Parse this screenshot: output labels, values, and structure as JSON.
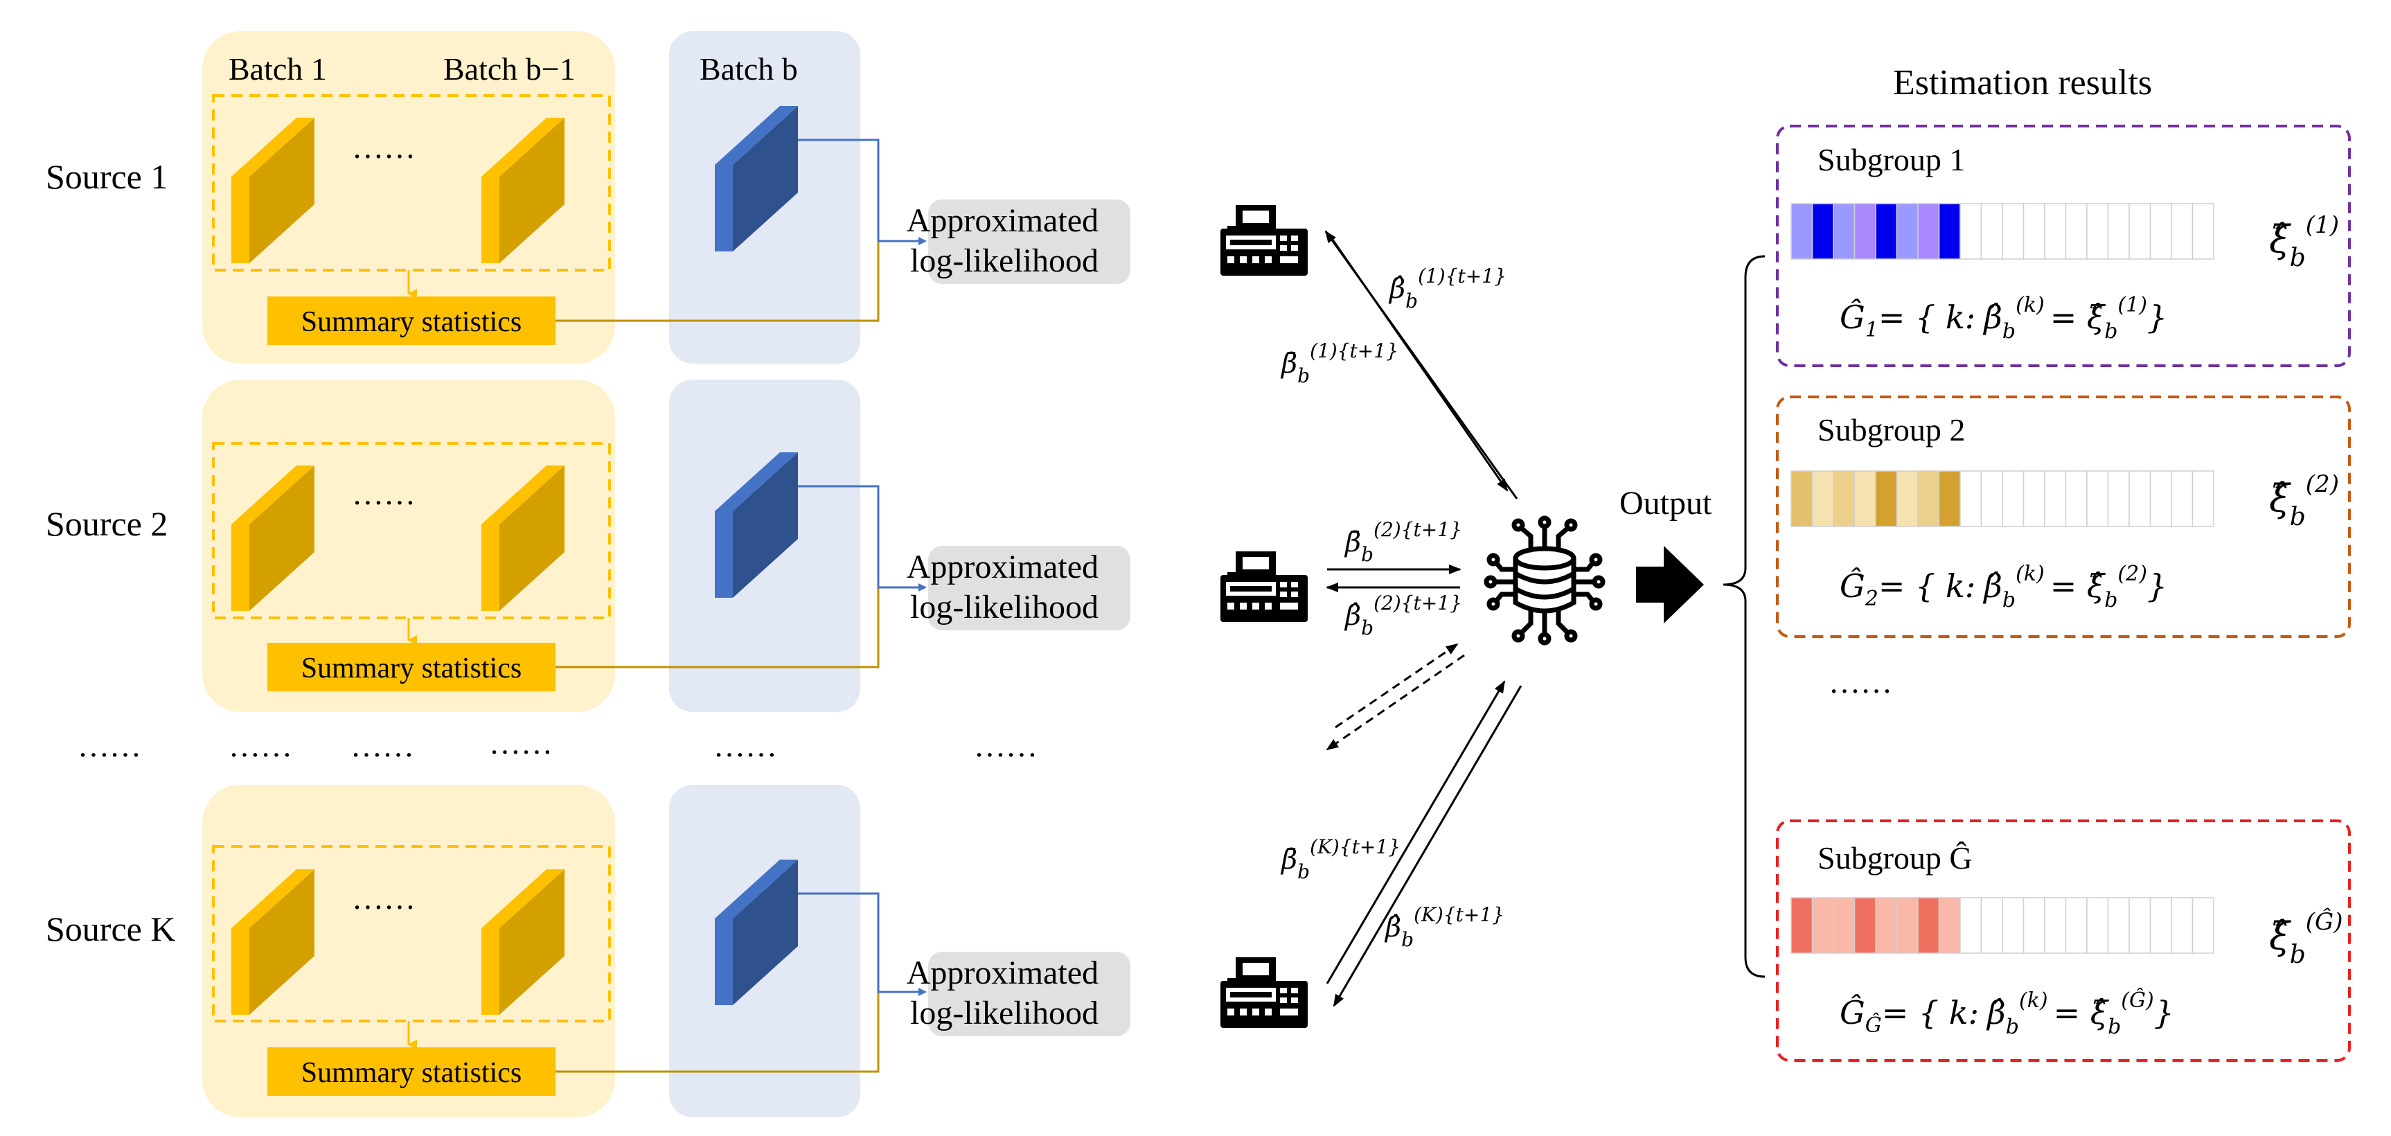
{
  "sources": [
    {
      "label": "Source 1",
      "batch_first": "Batch 1",
      "batch_prev": "Batch b−1",
      "batch_cur": "Batch b",
      "ellipsis": "……",
      "summary": "Summary statistics",
      "approx_line1": "Approximated",
      "approx_line2": "log-likelihood"
    },
    {
      "label": "Source 2",
      "ellipsis": "……",
      "summary": "Summary statistics",
      "approx_line1": "Approximated",
      "approx_line2": "log-likelihood"
    },
    {
      "label": "Source K",
      "ellipsis": "……",
      "summary": "Summary statistics",
      "approx_line1": "Approximated",
      "approx_line2": "log-likelihood"
    }
  ],
  "row_ellipsis": "……",
  "output_label": "Output",
  "estimation_title": "Estimation results",
  "subgroups": [
    {
      "name": "Subgroup 1",
      "color": "#7030A0",
      "cell_colors": [
        "#9999ff",
        "#0000ee",
        "#9999ff",
        "#aa88ff",
        "#0000ee",
        "#9999ff",
        "#aa88ff",
        "#0000ee"
      ],
      "xi_base": "ξ̂",
      "xi_sub": "b",
      "xi_sup": "(1)",
      "set_lhs": "Ĝ",
      "set_lhs_sub": "1",
      "set_eq": "= { k:",
      "set_beta": "β̂",
      "set_beta_sub": "b",
      "set_beta_sup": "(k)",
      "set_eq2": "= ξ̂",
      "set_xi_sub": "b",
      "set_xi_sup": "(1)",
      "set_close": "}"
    },
    {
      "name": "Subgroup 2",
      "color": "#C55A11",
      "cell_colors": [
        "#e2c16a",
        "#f5e2b0",
        "#ead08a",
        "#f5e2b0",
        "#d4a030",
        "#f5e2b0",
        "#ead08a",
        "#d4a030"
      ],
      "xi_base": "ξ̂",
      "xi_sub": "b",
      "xi_sup": "(2)",
      "set_lhs": "Ĝ",
      "set_lhs_sub": "2",
      "set_eq": "= { k:",
      "set_beta": "β̂",
      "set_beta_sub": "b",
      "set_beta_sup": "(k)",
      "set_eq2": "= ξ̂",
      "set_xi_sub": "b",
      "set_xi_sup": "(2)",
      "set_close": "}"
    },
    {
      "name": "Subgroup Ĝ",
      "color": "#E82020",
      "cell_colors": [
        "#f07060",
        "#f9b8a8",
        "#f9b8a8",
        "#f07060",
        "#f9b8a8",
        "#f9b8a8",
        "#f07060",
        "#f9b8a8"
      ],
      "xi_base": "ξ̂",
      "xi_sub": "b",
      "xi_sup": "(Ĝ)",
      "set_lhs": "Ĝ",
      "set_lhs_sub": "Ĝ",
      "set_eq": "= { k:",
      "set_beta": "β̂",
      "set_beta_sub": "b",
      "set_beta_sup": "(k)",
      "set_eq2": "= ξ̂",
      "set_xi_sub": "b",
      "set_xi_sup": "(Ĝ)",
      "set_close": "}"
    }
  ],
  "subgroup_ellipsis": "……",
  "arrows": {
    "s1_up": {
      "base": "β̂",
      "sub": "b",
      "sup": "(1){t+1}"
    },
    "s1_down": {
      "base": "β̄",
      "sub": "b",
      "sup": "(1){t+1}"
    },
    "s2_top": {
      "base": "β̄",
      "sub": "b",
      "sup": "(2){t+1}"
    },
    "s2_bot": {
      "base": "β̂",
      "sub": "b",
      "sup": "(2){t+1}"
    },
    "sK_up": {
      "base": "β̄",
      "sub": "b",
      "sup": "(K){t+1}"
    },
    "sK_down": {
      "base": "β̂",
      "sub": "b",
      "sup": "(K){t+1}"
    }
  },
  "colors": {
    "source_panel": "#FFF2CC",
    "batch_panel": "#E2E8F4",
    "gold": "#FFC000",
    "gold_dark": "#D4A000",
    "blue_block": "#4472C4",
    "blue_dark": "#2F528F",
    "blue_line": "#4472C4",
    "gold_line": "#BF9000",
    "approx_box": "#E0E0E0"
  },
  "icons": [
    "fax-machine-icon",
    "server-database-icon",
    "output-arrow-icon"
  ]
}
